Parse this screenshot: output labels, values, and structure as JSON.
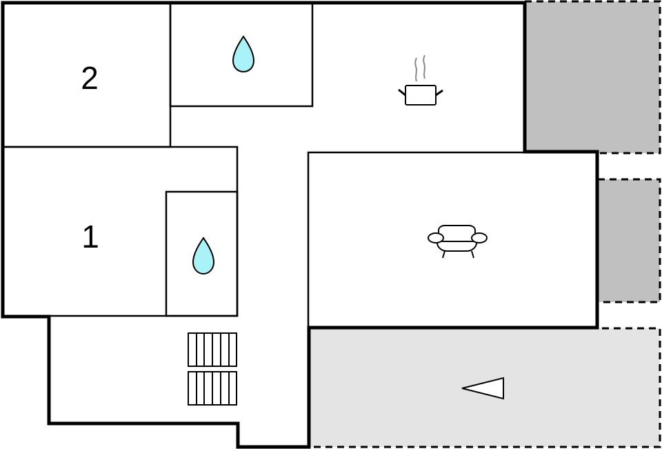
{
  "floorplan": {
    "colors": {
      "wall": "#000000",
      "floor": "#ffffff",
      "terrace_dark": "#c0c0c0",
      "terrace_light": "#e4e4e4",
      "water": "#a8f2f8",
      "steam": "#888888"
    },
    "rooms": [
      {
        "id": "bedroom-2",
        "label": "2"
      },
      {
        "id": "bedroom-1",
        "label": "1"
      },
      {
        "id": "bathroom-upper",
        "label": ""
      },
      {
        "id": "bathroom-lower",
        "label": ""
      },
      {
        "id": "kitchen",
        "label": ""
      },
      {
        "id": "living-room",
        "label": ""
      },
      {
        "id": "hallway-stairs",
        "label": ""
      }
    ],
    "icons": [
      {
        "room": "bathroom-upper",
        "name": "water-drop-icon"
      },
      {
        "room": "bathroom-lower",
        "name": "water-drop-icon"
      },
      {
        "room": "kitchen",
        "name": "cooking-pot-icon"
      },
      {
        "room": "living-room",
        "name": "armchair-icon"
      },
      {
        "room": "hallway-stairs",
        "name": "stairs-icon"
      },
      {
        "room": "terrace",
        "name": "entrance-arrow-icon"
      }
    ],
    "outdoor_areas": [
      {
        "id": "terrace-upper",
        "shade": "dark"
      },
      {
        "id": "terrace-middle",
        "shade": "dark"
      },
      {
        "id": "terrace-lower",
        "shade": "light"
      }
    ]
  }
}
